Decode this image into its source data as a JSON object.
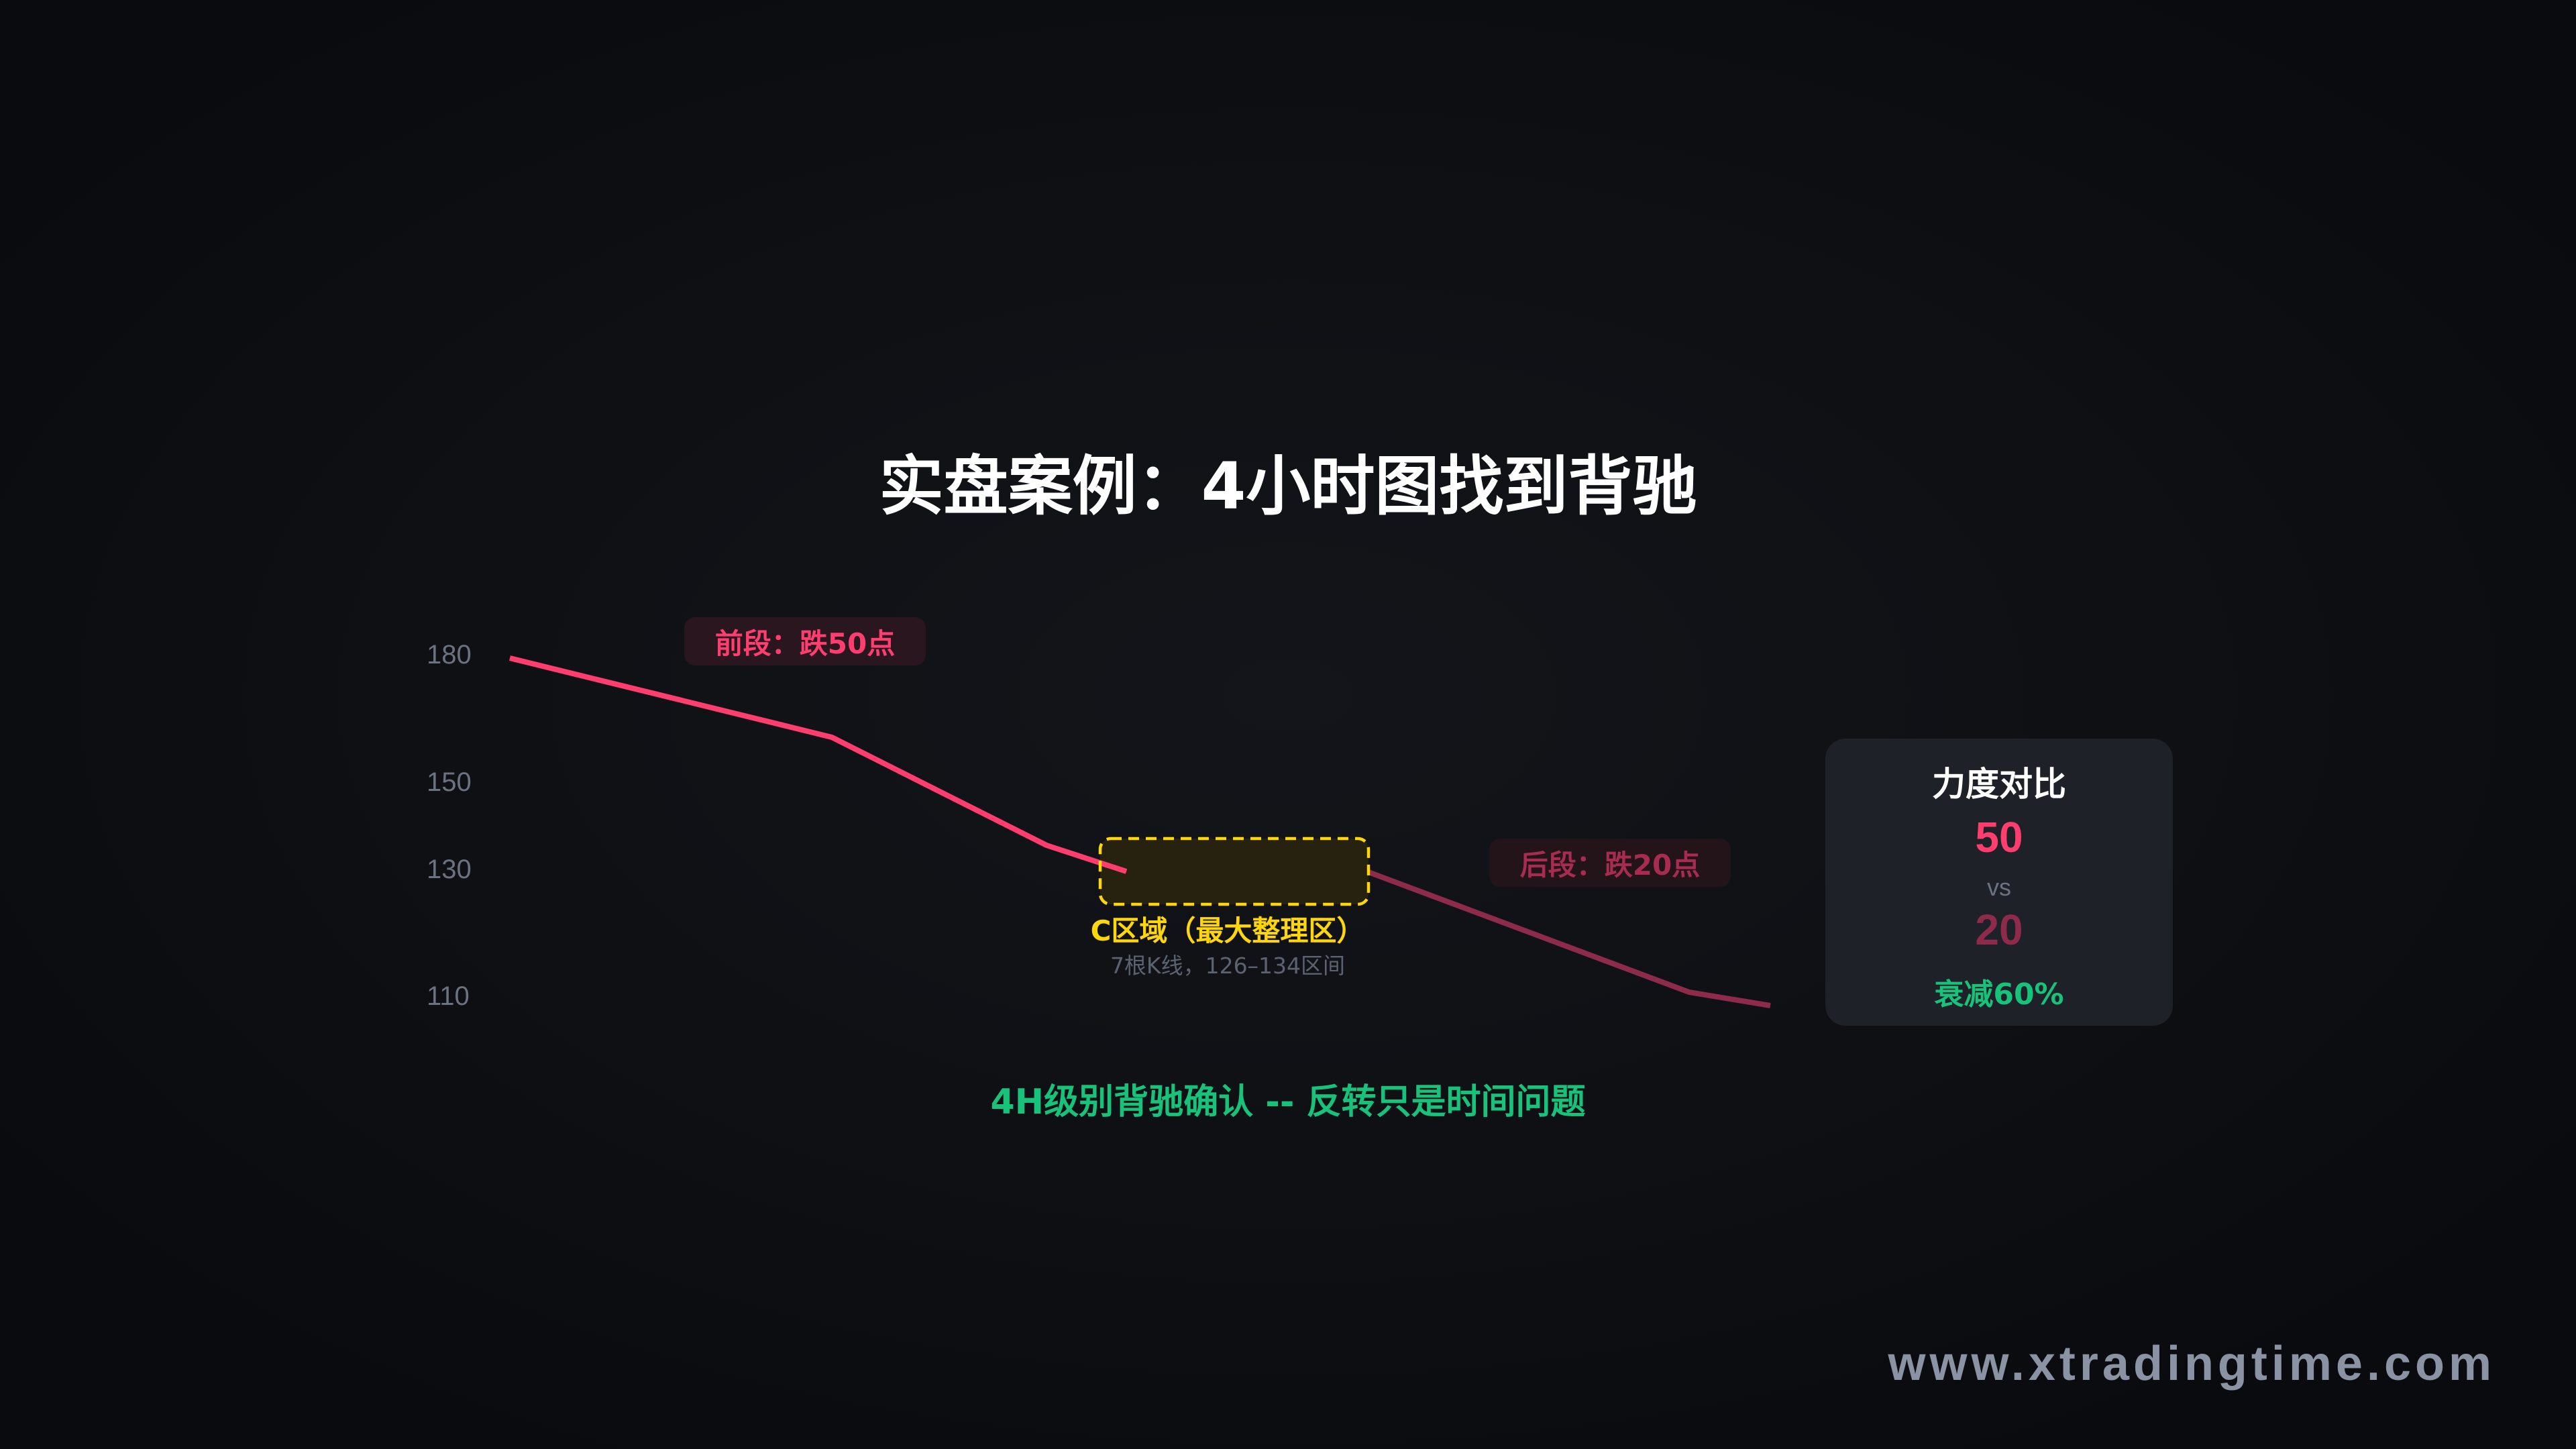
{
  "title": "实盘案例：4小时图找到背驰",
  "colors": {
    "background": "#0d0f12",
    "front_segment": "#ff3d6e",
    "back_segment": "#8e2a4a",
    "zone_border": "#ffd60a",
    "zone_fill": "#26220f",
    "green": "#17c37b",
    "axis_text": "#6b7280",
    "card_bg": "#1e2128"
  },
  "y_axis": {
    "ticks": [
      "180",
      "150",
      "130",
      "110"
    ]
  },
  "badges": {
    "front": "前段：跌50点",
    "back": "后段：跌20点"
  },
  "zone": {
    "label": "C区域（最大整理区）",
    "sub": "7根K线，126–134区间"
  },
  "card": {
    "title": "力度对比",
    "value_front": "50",
    "vs": "vs",
    "value_back": "20",
    "decay": "衰减60%"
  },
  "footer": "4H级别背驰确认 -- 反转只是时间问题",
  "watermark": "www.xtradingtime.com",
  "chart_data": {
    "type": "line",
    "title": "实盘案例：4小时图找到背驰",
    "xlabel": "",
    "ylabel": "",
    "y_ticks": [
      180,
      150,
      130,
      110
    ],
    "grid": false,
    "series": [
      {
        "name": "前段：跌50点",
        "color": "#ff3d6e",
        "points": [
          [
            0,
            180
          ],
          [
            1,
            162
          ],
          [
            1.66,
            137
          ],
          [
            1.9,
            130
          ]
        ]
      },
      {
        "name": "后段：跌20点",
        "color": "#8e2a4a",
        "points": [
          [
            2.7,
            130
          ],
          [
            3.7,
            113
          ],
          [
            3.95,
            110
          ]
        ]
      }
    ],
    "annotations": [
      {
        "type": "zone",
        "label": "C区域（最大整理区）",
        "detail": "7根K线，126–134区间",
        "y_range": [
          126,
          134
        ]
      },
      {
        "type": "badge",
        "text": "前段：跌50点",
        "value": 50
      },
      {
        "type": "badge",
        "text": "后段：跌20点",
        "value": 20
      },
      {
        "type": "comparison",
        "title": "力度对比",
        "front": 50,
        "back": 20,
        "decay_pct": 60
      }
    ]
  }
}
